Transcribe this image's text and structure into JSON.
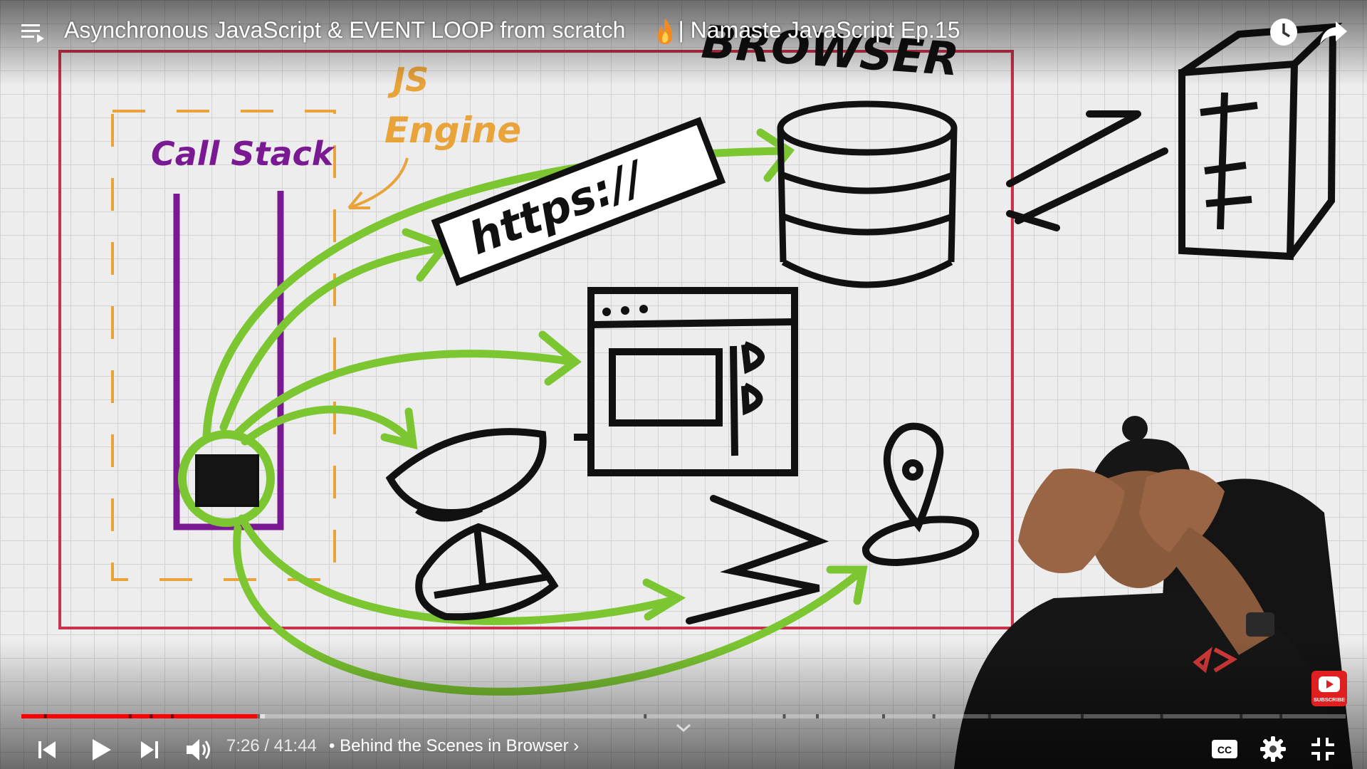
{
  "player": {
    "title": "Asynchronous JavaScript & EVENT LOOP from scratch",
    "title_suffix": "| Namaste JavaScript Ep.15",
    "current_time": "7:26",
    "time_separator": "/",
    "duration": "41:44",
    "chapter_separator": "•",
    "chapter": "Behind the Scenes in Browser",
    "chapter_chevron": "›",
    "progress_fraction": 0.178,
    "buffered_fraction": 0.184,
    "chapter_marks_fraction": [
      0.017,
      0.081,
      0.097,
      0.113,
      0.178,
      0.47,
      0.575,
      0.6,
      0.65,
      0.688,
      0.73,
      0.8,
      0.86,
      0.92,
      0.95
    ],
    "accent_color": "#ff0000",
    "subscribe_label": "SUBSCRIBE",
    "icons": {
      "playlist": "playlist-icon",
      "title_emoji": "fire-icon",
      "watch_later": "clock-icon",
      "share": "share-icon",
      "previous": "previous-icon",
      "play": "play-icon",
      "next": "next-icon",
      "volume": "volume-icon",
      "captions": "cc-icon",
      "settings": "gear-icon",
      "exit_fullscreen": "exit-fullscreen-icon"
    }
  },
  "whiteboard": {
    "browser_label": "BROWSER",
    "js_engine_label_1": "JS",
    "js_engine_label_2": "Engine",
    "call_stack_label": "Call Stack",
    "url_label": "https://",
    "colors": {
      "browser_frame": "#c8324a",
      "call_stack": "#7a1a93",
      "engine": "#e8a33a",
      "arrows": "#7cc632",
      "ink": "#111111"
    }
  }
}
